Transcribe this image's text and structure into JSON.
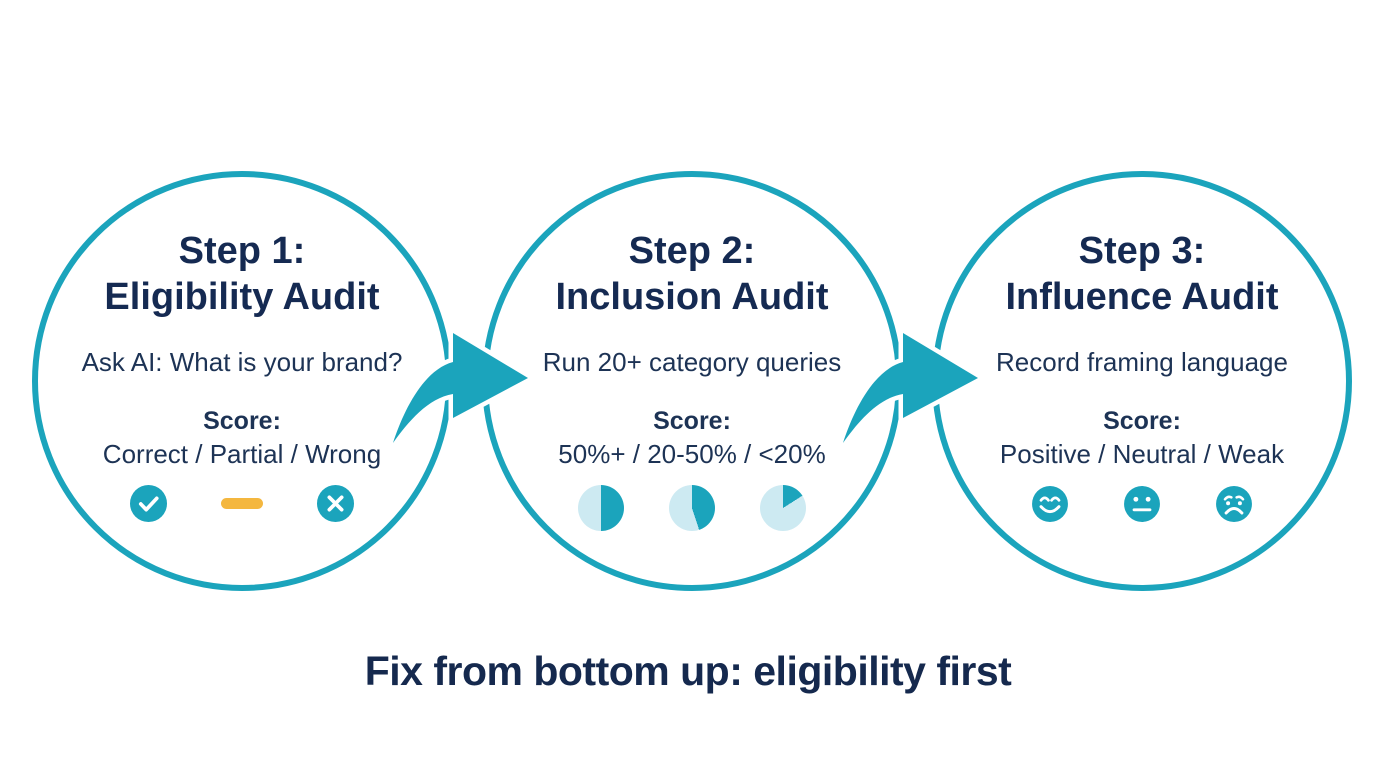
{
  "colors": {
    "teal": "#1ba4bc",
    "pie_light": "#cdeaf2",
    "navy_heading": "#152a52",
    "navy_text": "#1d3355",
    "yellow_dash": "#f4b73f",
    "background": "#ffffff"
  },
  "steps": [
    {
      "title1": "Step 1:",
      "title2": "Eligibility Audit",
      "description": "Ask AI: What is your brand?",
      "score_label": "Score:",
      "score_scale": "Correct / Partial / Wrong",
      "icons": [
        "check-circle-icon",
        "dash-icon",
        "x-circle-icon"
      ]
    },
    {
      "title1": "Step 2:",
      "title2": "Inclusion Audit",
      "description": "Run 20+ category queries",
      "score_label": "Score:",
      "score_scale": "50%+ / 20-50% / <20%",
      "icons": [
        "pie-half-icon",
        "pie-partial-icon",
        "pie-small-wedge-icon"
      ],
      "pies": [
        {
          "label": "50%+",
          "percent": 50
        },
        {
          "label": "20-50%",
          "percent": 45
        },
        {
          "label": "<20%",
          "percent": 16
        }
      ]
    },
    {
      "title1": "Step 3:",
      "title2": "Influence Audit",
      "description": "Record framing language",
      "score_label": "Score:",
      "score_scale": "Positive / Neutral / Weak",
      "icons": [
        "smiley-face-icon",
        "neutral-face-icon",
        "sad-face-icon"
      ]
    }
  ],
  "arrows": [
    "arrow-step1-to-step2",
    "arrow-step2-to-step3"
  ],
  "caption": "Fix from bottom up: eligibility first"
}
